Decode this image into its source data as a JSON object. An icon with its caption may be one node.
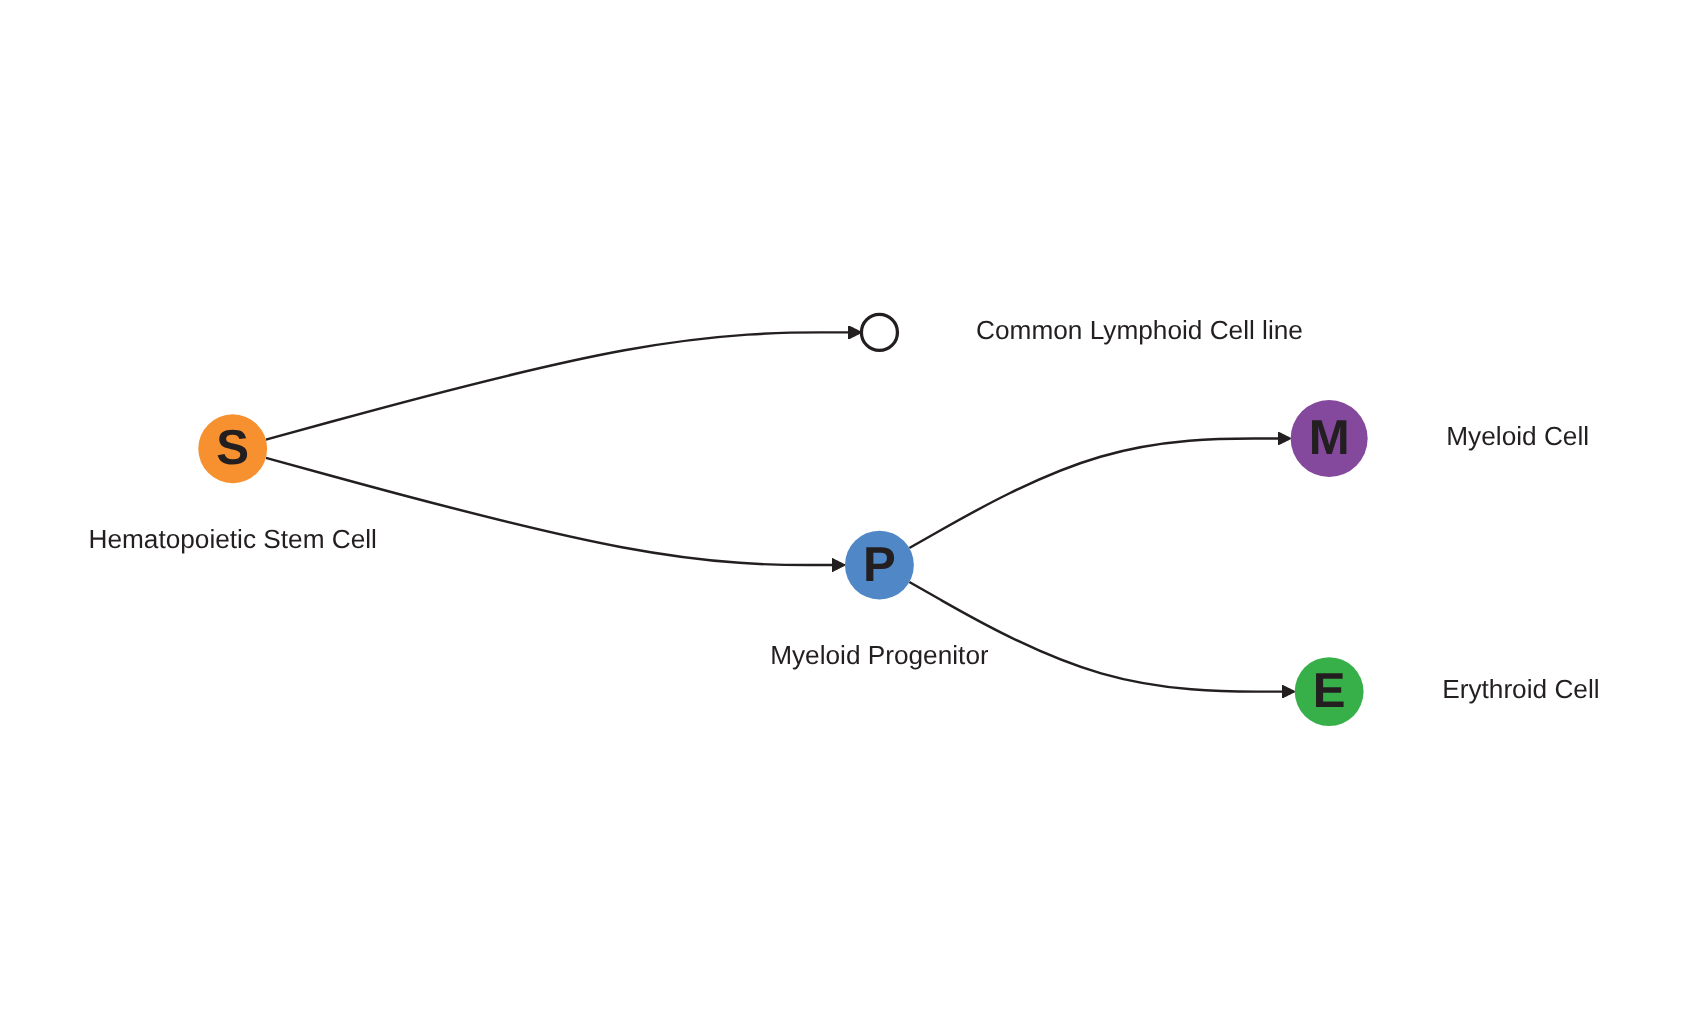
{
  "diagram": {
    "nodes": [
      {
        "text": [
          "S"
        ],
        "beside": [
          "Hematopoietic Stem Cell"
        ]
      },
      {
        "text": [],
        "shape": "circle",
        "beside": [
          "Common Lymphoid Cell line"
        ]
      },
      {
        "text": [
          "P"
        ],
        "beside": [
          "Myeloid Progenitor"
        ]
      },
      {
        "text": [
          "M"
        ],
        "beside": [
          "Myeloid Cell"
        ]
      },
      {
        "text": [
          "E"
        ],
        "beside": [
          "Erythroid Cell"
        ]
      }
    ],
    "edges": [
      {
        "from": 0,
        "to": 1,
        "arrow": "to"
      },
      {
        "from": 0,
        "to": 2,
        "arrow": "to"
      },
      {
        "from": 2,
        "to": 3,
        "arrow": "to"
      },
      {
        "from": 2,
        "to": 4,
        "arrow": "to"
      }
    ]
  }
}
